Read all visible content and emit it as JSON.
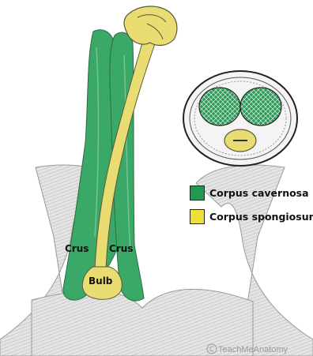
{
  "legend": {
    "items": [
      {
        "label": "Corpus cavernosa",
        "color": "#1f9a4e"
      },
      {
        "label": "Corpus spongiosum",
        "color": "#f0de3a"
      }
    ]
  },
  "labels": {
    "crus_left": "Crus",
    "crus_right": "Crus",
    "bulb": "Bulb"
  },
  "watermark": "TeachMeAnatomy",
  "colors": {
    "cavernosa": "#3aa866",
    "spongiosum": "#e9dc72",
    "outline": "#5a5a3a",
    "bone": "#d9d9d9"
  }
}
